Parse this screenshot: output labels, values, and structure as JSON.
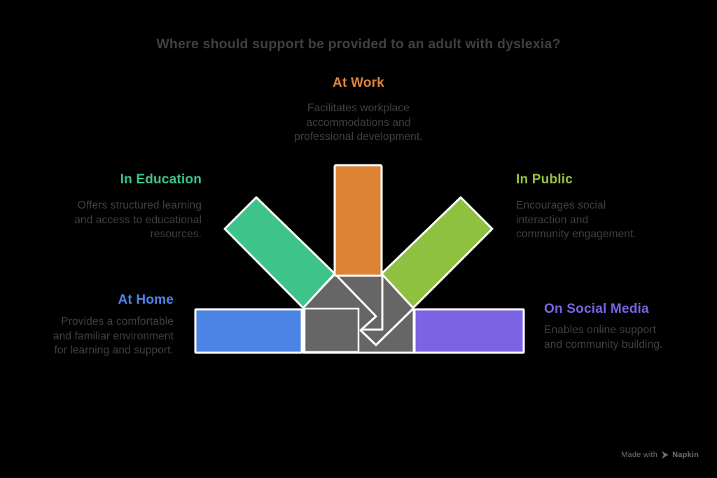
{
  "title": "Where should support be provided to an adult with dyslexia?",
  "branches": [
    {
      "id": "at-work",
      "label": "At Work",
      "label_color": "#E0873D",
      "band_color": "#DC8334",
      "desc": [
        "Facilitates workplace",
        "accommodations and",
        "professional development."
      ]
    },
    {
      "id": "in-education",
      "label": "In Education",
      "label_color": "#3EC48C",
      "band_color": "#3EC38B",
      "desc": [
        "Offers structured learning",
        "and access to educational",
        "resources."
      ]
    },
    {
      "id": "in-public",
      "label": "In Public",
      "label_color": "#97C33F",
      "band_color": "#8DC13F",
      "desc": [
        "Encourages social",
        "interaction and",
        "community engagement."
      ]
    },
    {
      "id": "at-home",
      "label": "At Home",
      "label_color": "#4E86E8",
      "band_color": "#4C84E6",
      "desc": [
        "Provides a comfortable",
        "and familiar environment",
        "for learning and support."
      ]
    },
    {
      "id": "on-social-media",
      "label": "On Social Media",
      "label_color": "#7D63E5",
      "band_color": "#7C63E4",
      "desc": [
        "Enables online support",
        "and community building."
      ]
    }
  ],
  "center": {
    "arrow_gray": "#666666",
    "outline": "#FFFFFF"
  },
  "watermark": {
    "prefix": "Made with",
    "brand": "Napkin",
    "color": "#6E7175"
  },
  "colors": {
    "background": "#000000",
    "title_text": "#3E4043",
    "body_text": "#3F4145"
  }
}
